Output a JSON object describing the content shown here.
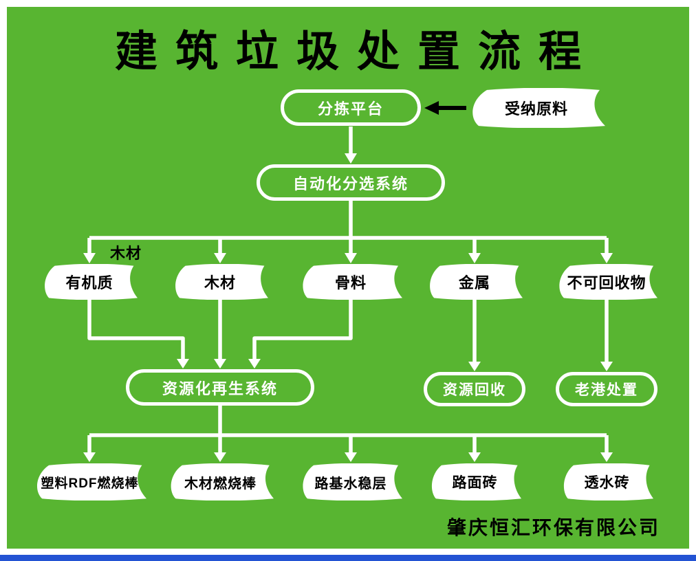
{
  "title": "建筑垃圾处置流程",
  "footer_company": "肇庆恒汇环保有限公司",
  "colors": {
    "background_green": "#58b531",
    "shape_fill": "#ffffff",
    "process_border": "#ffffff",
    "process_text": "#ffffff",
    "card_text": "#000000",
    "title_text": "#000000",
    "bottom_bar_blue": "#2353d3",
    "input_arrow": "#000000"
  },
  "nodes": {
    "intake": "受纳原料",
    "sorting_platform": "分拣平台",
    "auto_sorting_system": "自动化分选系统",
    "branch_line_label": "木材",
    "branches": [
      "有机质",
      "木材",
      "骨料",
      "金属",
      "不可回收物"
    ],
    "recycling_system": "资源化再生系统",
    "resource_recovery": "资源回收",
    "laogang_disposal": "老港处置",
    "products": [
      "塑料RDF燃烧棒",
      "木材燃烧棒",
      "路基水稳层",
      "路面砖",
      "透水砖"
    ]
  }
}
